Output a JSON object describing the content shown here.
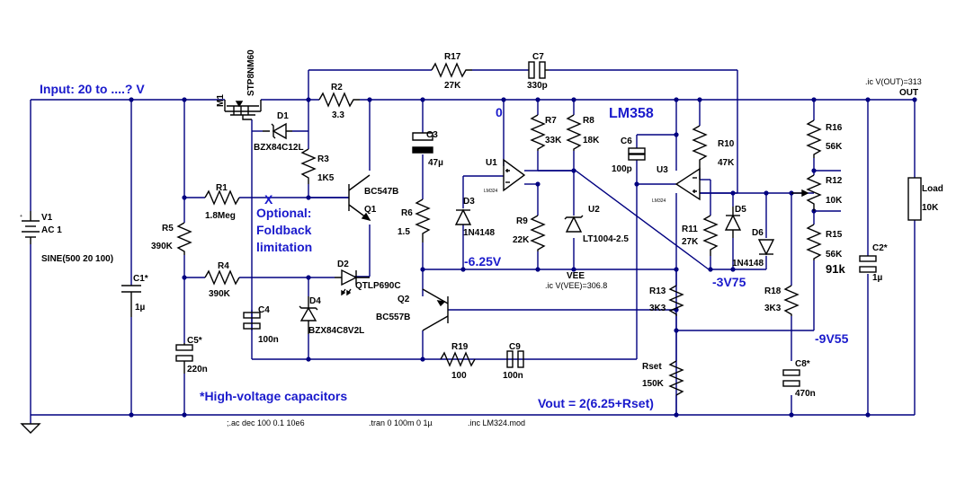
{
  "annotations": {
    "input": "Input: 20 to ....? V",
    "optional_1": "Optional:",
    "optional_2": "Foldback",
    "optional_3": "limitation",
    "x_mark": "X",
    "v_neg625": "-6.25V",
    "v_neg375": "-3V75",
    "v_neg955": "-9V55",
    "zero": "0",
    "hv_caps": "*High-voltage capacitors",
    "vout_formula": "Vout = 2(6.25+Rset)",
    "r15_alt": "91k",
    "lm358": "LM358"
  },
  "directives": {
    "ac": ";.ac dec 100 0.1 10e6",
    "tran": ".tran 0 100m 0 1µ",
    "inc": ".inc LM324.mod",
    "ic_out": ".ic V(OUT)=313",
    "ic_vee": ".ic V(VEE)=306.8"
  },
  "nets": {
    "out": "OUT",
    "vee": "VEE"
  },
  "components": {
    "V1": {
      "ref": "V1",
      "value": "AC 1",
      "model": "SINE(500 20 100)"
    },
    "M1": {
      "ref": "M1",
      "value": "STP8NM60"
    },
    "D1": {
      "ref": "D1",
      "value": "BZX84C12L"
    },
    "R2": {
      "ref": "R2",
      "value": "3.3"
    },
    "R17": {
      "ref": "R17",
      "value": "27K"
    },
    "C7": {
      "ref": "C7",
      "value": "330p"
    },
    "R3": {
      "ref": "R3",
      "value": "1K5"
    },
    "R1": {
      "ref": "R1",
      "value": "1.8Meg"
    },
    "Q1": {
      "ref": "Q1",
      "value": "BC547B"
    },
    "R5": {
      "ref": "R5",
      "value": "390K"
    },
    "R4": {
      "ref": "R4",
      "value": "390K"
    },
    "C1": {
      "ref": "C1*",
      "value": "1µ"
    },
    "C5": {
      "ref": "C5*",
      "value": "220n"
    },
    "C4": {
      "ref": "C4",
      "value": "100n"
    },
    "D2": {
      "ref": "D2",
      "value": "QTLP690C"
    },
    "D4": {
      "ref": "D4",
      "value": "BZX84C8V2L"
    },
    "C3": {
      "ref": "C3",
      "value": "47µ"
    },
    "R6": {
      "ref": "R6",
      "value": "1.5"
    },
    "D3": {
      "ref": "D3",
      "value": "1N4148"
    },
    "U1": {
      "ref": "U1",
      "value": "LM324"
    },
    "R7": {
      "ref": "R7",
      "value": "33K"
    },
    "R8": {
      "ref": "R8",
      "value": "18K"
    },
    "R9": {
      "ref": "R9",
      "value": "22K"
    },
    "U2": {
      "ref": "U2",
      "value": "LT1004-2.5"
    },
    "Q2": {
      "ref": "Q2",
      "value": "BC557B"
    },
    "R19": {
      "ref": "R19",
      "value": "100"
    },
    "C9": {
      "ref": "C9",
      "value": "100n"
    },
    "C6": {
      "ref": "C6",
      "value": "100p"
    },
    "U3": {
      "ref": "U3",
      "value": "LM324"
    },
    "R10": {
      "ref": "R10",
      "value": "47K"
    },
    "R11": {
      "ref": "R11",
      "value": "27K"
    },
    "D5": {
      "ref": "D5",
      "value": "1N4148"
    },
    "D6": {
      "ref": "D6",
      "value": ""
    },
    "R13": {
      "ref": "R13",
      "value": "3K3"
    },
    "R18": {
      "ref": "R18",
      "value": "3K3"
    },
    "Rset": {
      "ref": "Rset",
      "value": "150K"
    },
    "C8": {
      "ref": "C8*",
      "value": "470n"
    },
    "R16": {
      "ref": "R16",
      "value": "56K"
    },
    "R12": {
      "ref": "R12",
      "value": "10K"
    },
    "R15": {
      "ref": "R15",
      "value": "56K"
    },
    "C2": {
      "ref": "C2*",
      "value": "1µ"
    },
    "Load": {
      "ref": "Load",
      "value": "10K"
    }
  },
  "colors": {
    "wire": "#000080",
    "annotation": "#1a1acc",
    "component": "#000000"
  }
}
